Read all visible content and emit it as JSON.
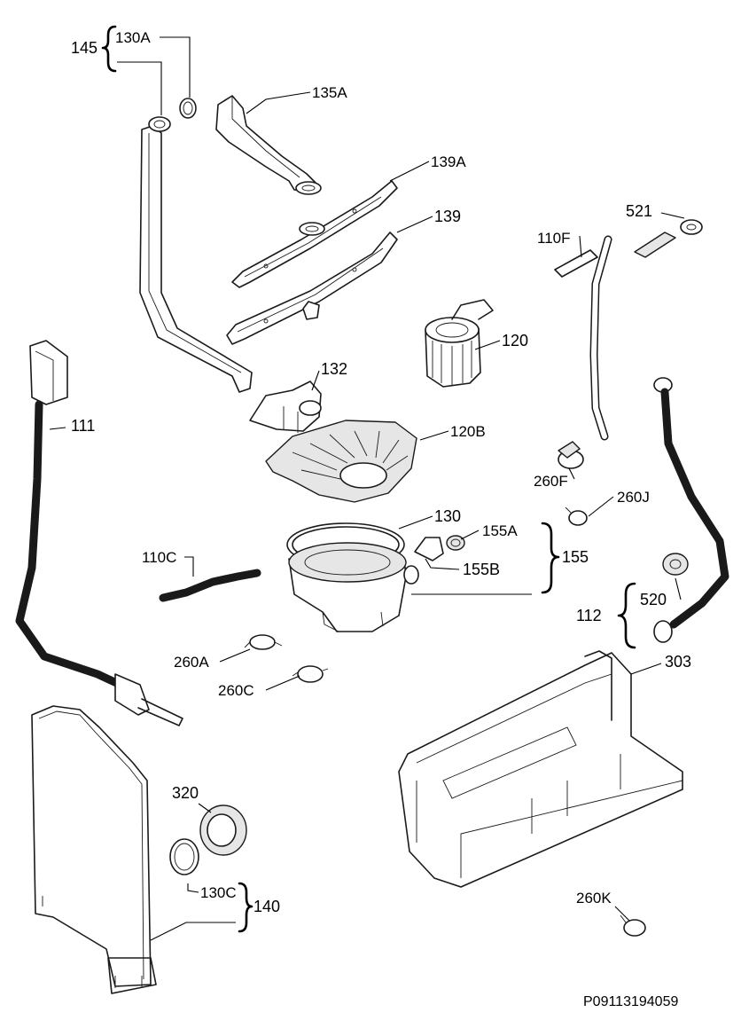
{
  "labels": {
    "l145": "145",
    "l130A": "130A",
    "l135A": "135A",
    "l139A": "139A",
    "l139": "139",
    "l521": "521",
    "l110F": "110F",
    "l120": "120",
    "l132": "132",
    "l111": "111",
    "l120B": "120B",
    "l260F": "260F",
    "l260J": "260J",
    "l130": "130",
    "l155A": "155A",
    "l110C": "110C",
    "l155": "155",
    "l155B": "155B",
    "l520": "520",
    "l112": "112",
    "l260A": "260A",
    "l303": "303",
    "l260C": "260C",
    "l320": "320",
    "l130C": "130C",
    "l140": "140",
    "l260K": "260K"
  },
  "drawing_code": "P09113194059"
}
